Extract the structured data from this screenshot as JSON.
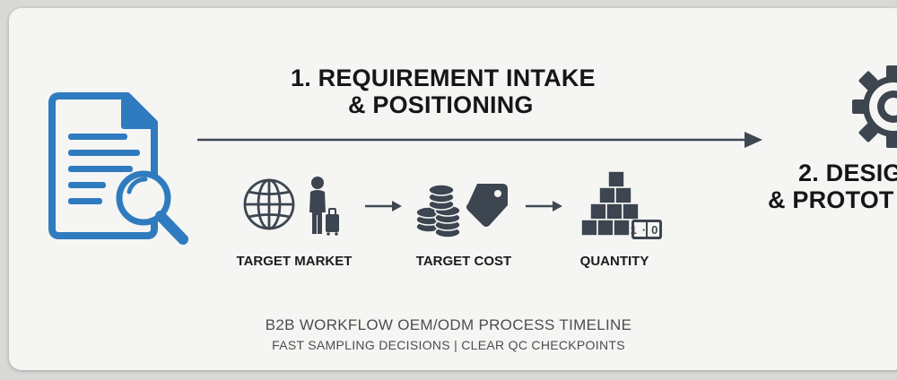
{
  "step1": {
    "title_line1": "1. REQUIREMENT INTAKE",
    "title_line2": "& POSITIONING"
  },
  "step2": {
    "title_line1": "2. DESIG",
    "title_line2": "& PROTOT"
  },
  "items": [
    {
      "label": "TARGET MARKET",
      "icon": "globe-traveler-icon"
    },
    {
      "label": "TARGET COST",
      "icon": "coins-price-tag-icon"
    },
    {
      "label": "QUANTITY",
      "icon": "boxes-counter-icon"
    }
  ],
  "quantity_counter": "1·0",
  "footer": {
    "line1": "B2B WORKFLOW OEM/ODM PROCESS TIMELINE",
    "line2": "FAST SAMPLING DECISIONS | CLEAR QC CHECKPOINTS"
  },
  "colors": {
    "accent_blue": "#2f7bbf",
    "dark_icon": "#3c4550",
    "arrow": "#3f4852"
  }
}
